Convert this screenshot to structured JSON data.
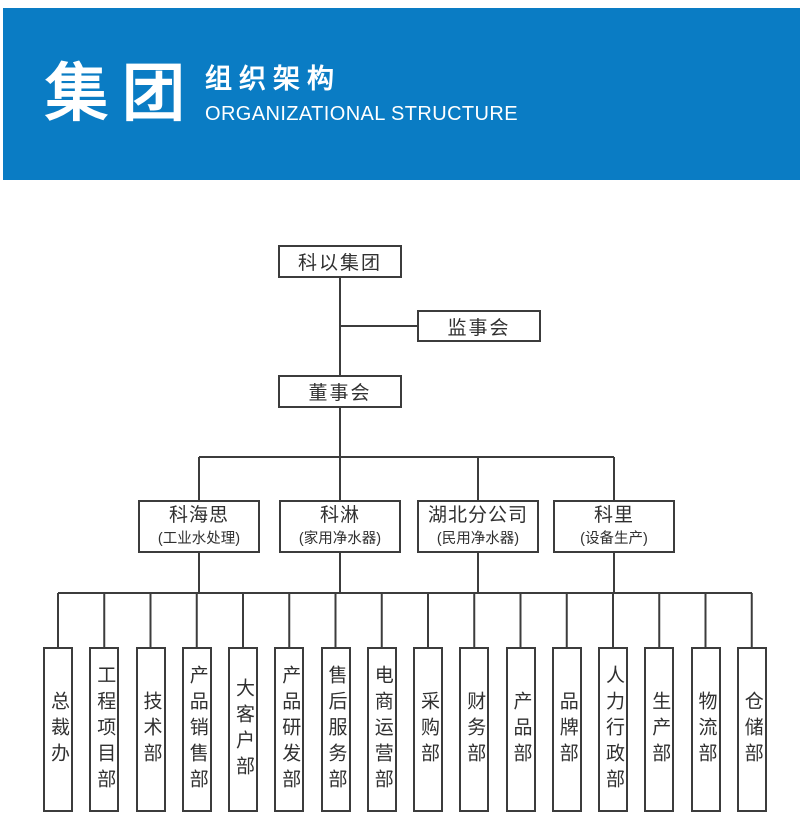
{
  "header": {
    "title_cn": "集团",
    "subtitle_cn": "组织架构",
    "subtitle_en": "ORGANIZATIONAL STRUCTURE",
    "banner_color": "#0a7cc4"
  },
  "org": {
    "root": "科以集团",
    "supervisory_board": "监事会",
    "board_of_directors": "董事会",
    "divisions": [
      {
        "name": "科海思",
        "sub": "(工业水处理)"
      },
      {
        "name": "科淋",
        "sub": "(家用净水器)"
      },
      {
        "name": "湖北分公司",
        "sub": "(民用净水器)"
      },
      {
        "name": "科里",
        "sub": "(设备生产)"
      }
    ],
    "departments": [
      "总裁办",
      "工程项目部",
      "技术部",
      "产品销售部",
      "大客户部",
      "产品研发部",
      "售后服务部",
      "电商运营部",
      "采购部",
      "财务部",
      "产品部",
      "品牌部",
      "人力行政部",
      "生产部",
      "物流部",
      "仓储部"
    ],
    "line_color": "#3c3c3c"
  }
}
